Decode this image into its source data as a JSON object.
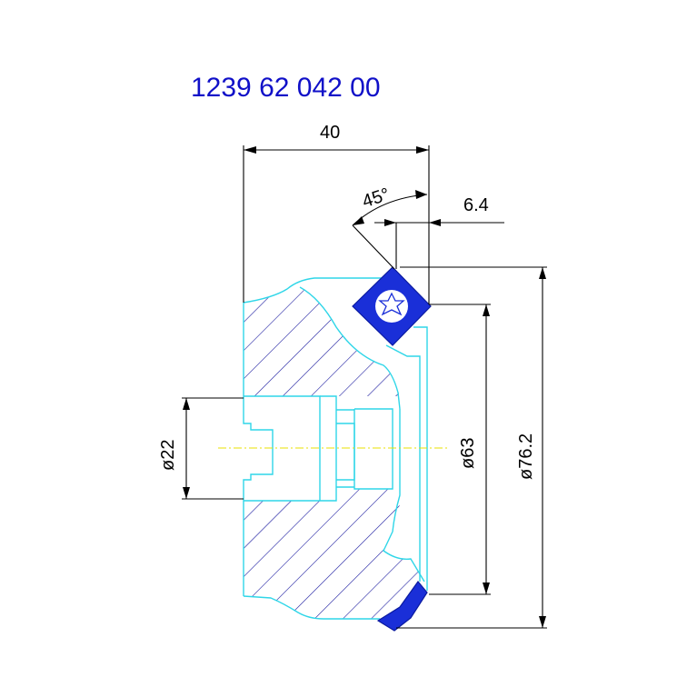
{
  "drawing": {
    "part_number": "1239 62 042 00",
    "dimensions": {
      "width": "40",
      "chamfer_angle": "45°",
      "offset": "6.4",
      "diameter_bore": "ø22",
      "diameter_inner": "ø63",
      "diameter_outer": "ø76.2"
    }
  },
  "colors": {
    "part_number": "#1010c8",
    "outline": "#2fd6e8",
    "hatch": "#1a1aa0",
    "insert": "#1a2fd8",
    "centerline": "#e8e000",
    "dimension": "#000000"
  }
}
